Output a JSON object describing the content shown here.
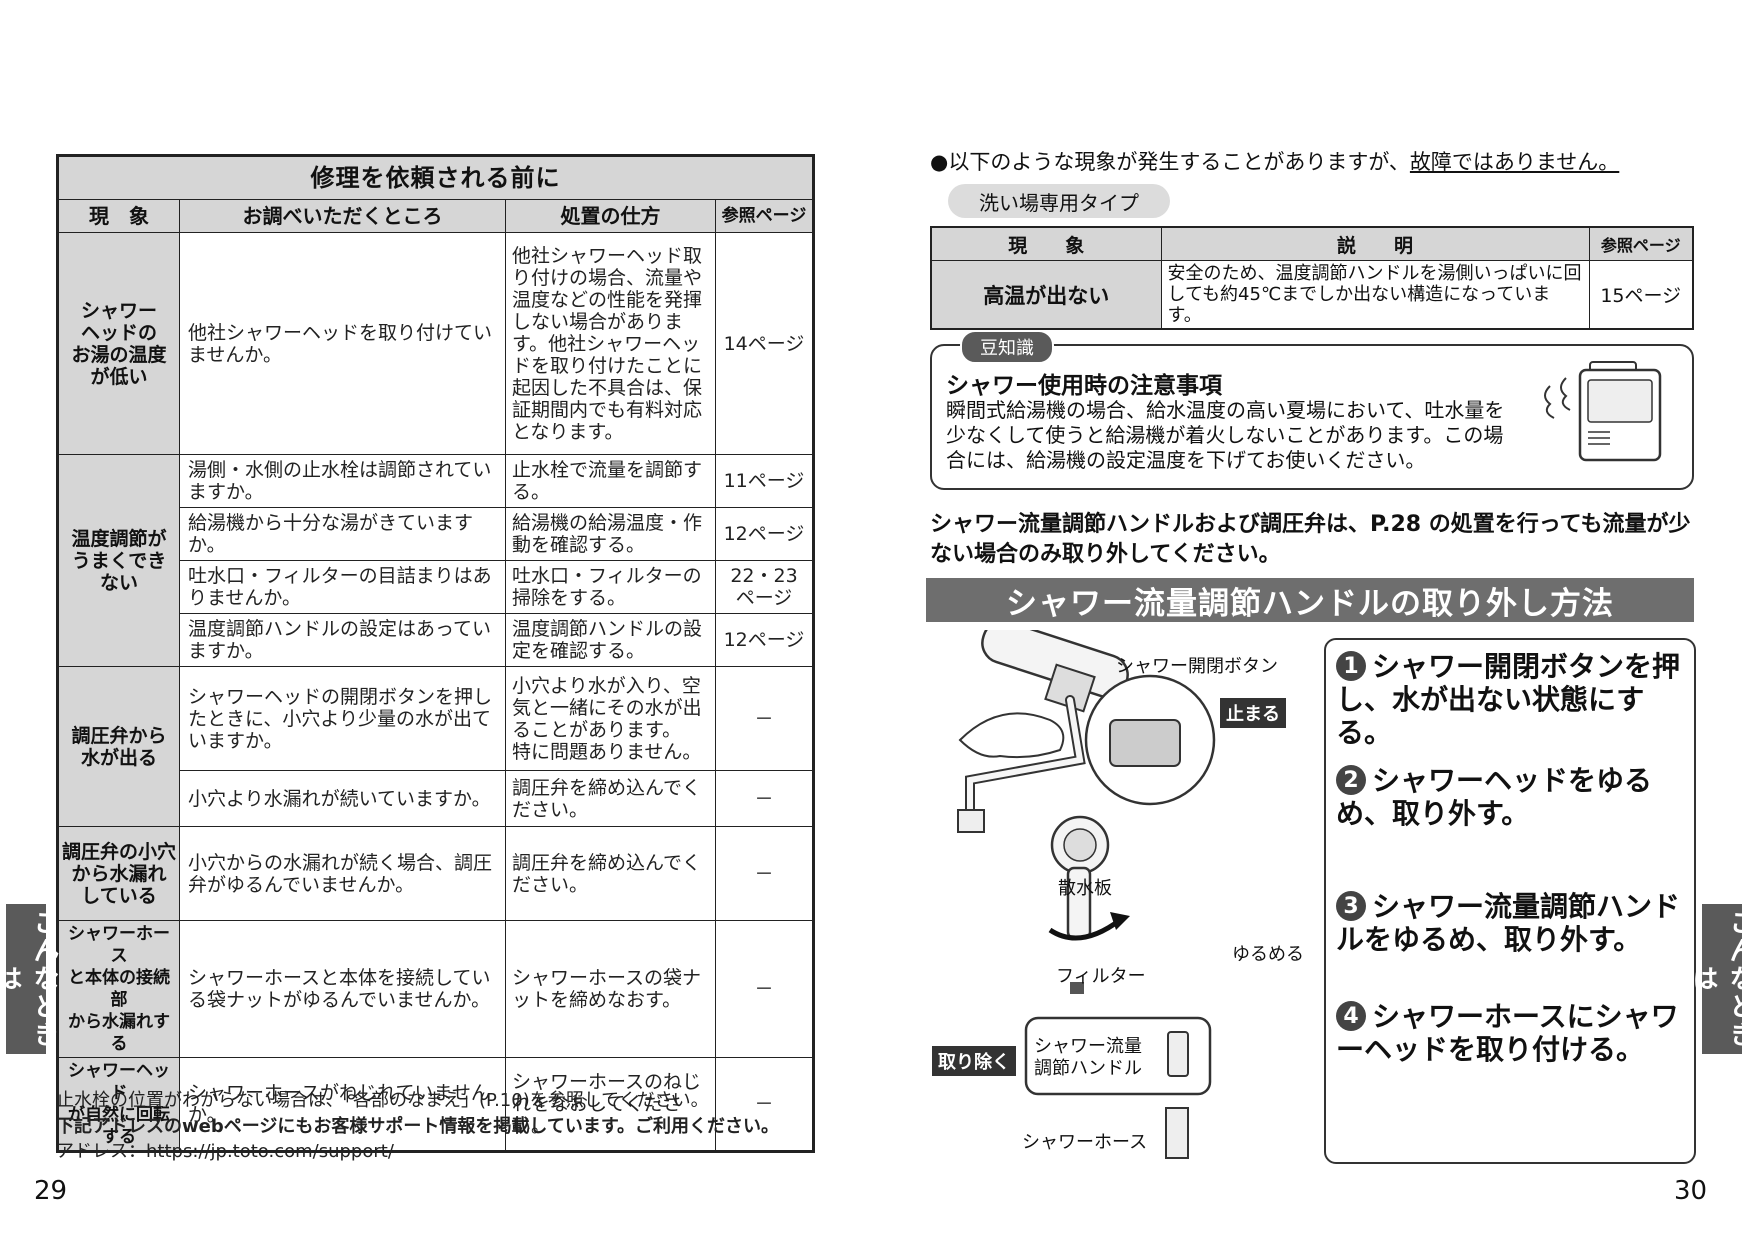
{
  "left": {
    "table_title": "修理を依頼される前に",
    "headers": {
      "symptom": "現　象",
      "check": "お調べいただくところ",
      "action": "処置の仕方",
      "ref": "参照ページ"
    },
    "groups": [
      {
        "symptom": "シャワー\nヘッドの\nお湯の温度\nが低い",
        "rows": [
          {
            "check": "他社シャワーヘッドを取り付けていませんか。",
            "action": "他社シャワーヘッド取り付けの場合、流量や温度などの性能を発揮しない場合があります。他社シャワーヘッドを取り付けたことに起因した不具合は、保証期間内でも有料対応となります。",
            "ref": "14ページ"
          }
        ]
      },
      {
        "symptom": "温度調節が\nうまくでき\nない",
        "rows": [
          {
            "check": "湯側・水側の止水栓は調節されていますか。",
            "action": "止水栓で流量を調節する。",
            "ref": "11ページ"
          },
          {
            "check": "給湯機から十分な湯がきていますか。",
            "action": "給湯機の給湯温度・作動を確認する。",
            "ref": "12ページ"
          },
          {
            "check": "吐水口・フィルターの目詰まりはありませんか。",
            "action": "吐水口・フィルターの掃除をする。",
            "ref": "22・23\nページ"
          },
          {
            "check": "温度調節ハンドルの設定はあっていますか。",
            "action": "温度調節ハンドルの設定を確認する。",
            "ref": "12ページ"
          }
        ]
      },
      {
        "symptom": "調圧弁から\n水が出る",
        "rows": [
          {
            "check": "シャワーヘッドの開閉ボタンを押したときに、小穴より少量の水が出ていますか。",
            "action": "小穴より水が入り、空気と一緒にその水が出ることがあります。\n特に問題ありません。",
            "ref": "－"
          },
          {
            "check": "小穴より水漏れが続いていますか。",
            "action": "調圧弁を締め込んでください。",
            "ref": "－"
          }
        ]
      },
      {
        "symptom": "調圧弁の小穴\nから水漏れ\nしている",
        "rows": [
          {
            "check": "小穴からの水漏れが続く場合、調圧弁がゆるんでいませんか。",
            "action": "調圧弁を締め込んでください。",
            "ref": "－"
          }
        ]
      },
      {
        "symptom": "シャワーホース\nと本体の接続部\nから水漏れする",
        "rows": [
          {
            "check": "シャワーホースと本体を接続している袋ナットがゆるんでいませんか。",
            "action": "シャワーホースの袋ナットを締めなおす。",
            "ref": "－"
          }
        ]
      },
      {
        "symptom": "シャワーヘッド\nが自然に回転\nする",
        "rows": [
          {
            "check": "シャワーホースがねじれていませんか。",
            "action": "シャワーホースのねじれをなおしてください。",
            "ref": "－"
          }
        ]
      }
    ],
    "note1": "止水栓の位置がわからない場合は､「各部のなまえ」(P.10)を参照してください。",
    "note2": "下記アドレスのwebページにもお客様サポート情報を掲載しています。ご利用ください。",
    "note3": "アドレス：https://jp.toto.com/support/",
    "page_number": "29",
    "side_tab": "こんなときは"
  },
  "right": {
    "intro_pre": "●以下のような現象が発生することがありますが、",
    "intro_underlined": "故障ではありません。",
    "pill": "洗い場専用タイプ",
    "warm_headers": {
      "symptom": "現　　象",
      "desc": "説　　明",
      "ref": "参照ページ"
    },
    "warm_row": {
      "symptom": "高温が出ない",
      "desc": "安全のため、温度調節ハンドルを湯側いっぱいに回しても約45℃までしか出ない構造になっています。",
      "ref": "15ページ"
    },
    "tip_label": "豆知識",
    "tip_head": "シャワー使用時の注意事項",
    "tip_body": "瞬間式給湯機の場合、給水温度の高い夏場において、吐水量を少なくして使うと給湯機が着火しないことがあります。この場合には、給湯機の設定温度を下げてお使いください。",
    "lead": "シャワー流量調節ハンドルおよび調圧弁は、P.28 の処置を行っても流量が少ない場合のみ取り外してください。",
    "banner": "シャワー流量調節ハンドルの取り外し方法",
    "labels": {
      "button": "シャワー開閉ボタン",
      "stop": "止まる",
      "plate": "散水板",
      "loosen": "ゆるめる",
      "filter": "フィルター",
      "remove": "取り除く",
      "handle": "シャワー流量\n調節ハンドル",
      "hose": "シャワーホース"
    },
    "steps": [
      {
        "num": "1",
        "text": "シャワー開閉ボタンを押し、水が出ない状態にする。"
      },
      {
        "num": "2",
        "text": "シャワーヘッドをゆるめ、取り外す。"
      },
      {
        "num": "3",
        "text": "シャワー流量調節ハンドルをゆるめ、取り外す。"
      },
      {
        "num": "4",
        "text": "シャワーホースにシャワーヘッドを取り付ける。"
      }
    ],
    "page_number": "30",
    "side_tab": "こんなときは"
  }
}
